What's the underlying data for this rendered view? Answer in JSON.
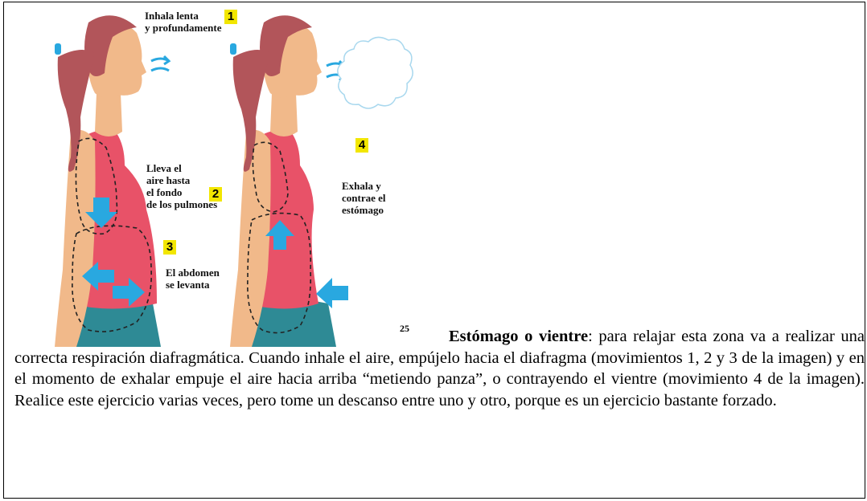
{
  "figure": {
    "labels": {
      "step1": "Inhala lenta\ny profundamente",
      "step2": "Lleva el\naire hasta\nel fondo\nde los pulmones",
      "step3": "El abdomen\nse levanta",
      "step4": "Exhala y\ncontrae el\nestómago"
    },
    "numbers": {
      "n1": "1",
      "n2": "2",
      "n3": "3",
      "n4": "4"
    },
    "colors": {
      "skin": "#f1b98a",
      "hair": "#b2555a",
      "shirt": "#e85268",
      "pants": "#2e8a95",
      "arrow": "#29a8e0",
      "badge": "#f2e600"
    }
  },
  "footnote": "25",
  "paragraph": {
    "title": "Estómago o vientre",
    "body": ": para relajar esta zona va a realizar una correcta respiración diafragmática. Cuando inhale el aire, empújelo hacia el diafragma (movimientos 1, 2 y 3 de la imagen) y en el momento de exhalar empuje el aire hacia arriba “metiendo panza”, o contrayendo el vientre (movimiento 4 de la imagen). Realice este ejercicio varias veces, pero tome un descanso entre uno y otro, porque es un ejercicio bastante forzado."
  }
}
